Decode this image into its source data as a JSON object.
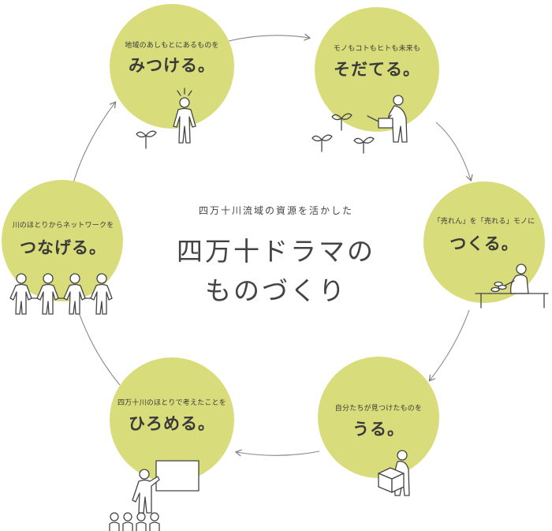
{
  "center": {
    "subtitle": "四万十川流域の資源を活かした",
    "title_line1": "四万十ドラマの",
    "title_line2": "ものづくり"
  },
  "steps": [
    {
      "small": "地域のあしもとにあるものを",
      "big": "みつける。"
    },
    {
      "small": "モノもコトもヒトも未来も",
      "big": "そだてる。"
    },
    {
      "small": "「売れん」を「売れる」モノに",
      "big": "つくる。"
    },
    {
      "small": "自分たちが見つけたものを",
      "big": "うる。"
    },
    {
      "small": "四万十川のほとりで考えたことを",
      "big": "ひろめる。"
    },
    {
      "small": "川のほとりからネットワークを",
      "big": "つなげる。"
    }
  ],
  "colors": {
    "circle": "#d9dc7a",
    "stroke": "#555555",
    "arrow": "#777777"
  }
}
